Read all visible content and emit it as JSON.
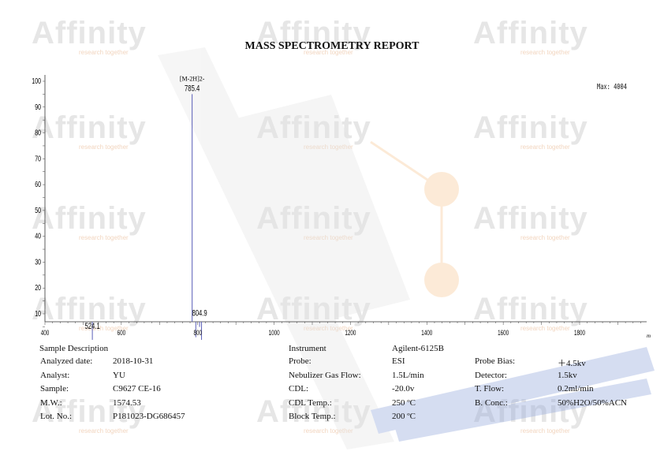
{
  "watermark": {
    "brand": "Affinity",
    "tagline": "research together",
    "colors": {
      "grey": "#e4e4e4",
      "orange": "#f7c68f",
      "blue": "#8aa0d8"
    }
  },
  "report_title": "MASS SPECTROMETRY REPORT",
  "chart_data": {
    "type": "line",
    "xlim": [
      400,
      2000
    ],
    "ylim": [
      0,
      100
    ],
    "x_ticks": [
      400,
      600,
      800,
      1000,
      1200,
      1400,
      1600,
      1800
    ],
    "y_ticks": [
      10,
      20,
      30,
      40,
      50,
      60,
      70,
      80,
      90,
      100
    ],
    "x_unit_label": "m",
    "max_label": "Max: 4004",
    "peaks": [
      {
        "x": 524.1,
        "y": 3,
        "label": "524.1"
      },
      {
        "x": 785.4,
        "y": 95,
        "label": "785.4",
        "annotation": "[M-2H]2-"
      },
      {
        "x": 804.9,
        "y": 8,
        "label": "804.9"
      },
      {
        "x": 795.0,
        "y": 4
      },
      {
        "x": 810.0,
        "y": 3
      }
    ],
    "line_color": "#5a5fb8"
  },
  "sample": {
    "header": "Sample Description",
    "rows": [
      {
        "label": "Analyzed date:",
        "value": "2018-10-31"
      },
      {
        "label": "Analyst:",
        "value": "YU"
      },
      {
        "label": "Sample:",
        "value": "C9627 CE-16"
      },
      {
        "label": "M.W.:",
        "value": "1574.53"
      },
      {
        "label": "Lot. No.:",
        "value": "P181023-DG686457"
      }
    ]
  },
  "instrument": {
    "header": "Instrument",
    "header_value": "Agilent-6125B",
    "rows": [
      {
        "label": "Probe:",
        "value": "ESI"
      },
      {
        "label": "Nebulizer Gas Flow:",
        "value": "1.5L/min"
      },
      {
        "label": "CDL:",
        "value": "-20.0v"
      },
      {
        "label": "CDL Temp.:",
        "value": "250 ºC"
      },
      {
        "label": "Block Temp.:",
        "value": "200 ºC"
      }
    ]
  },
  "conditions": {
    "rows": [
      {
        "label": "Probe Bias:",
        "value": "＋4.5kv"
      },
      {
        "label": "Detector:",
        "value": "1.5kv"
      },
      {
        "label": "T. Flow:",
        "value": "0.2ml/min"
      },
      {
        "label": "B. Conc.:",
        "value": "50%H2O/50%ACN"
      }
    ]
  }
}
